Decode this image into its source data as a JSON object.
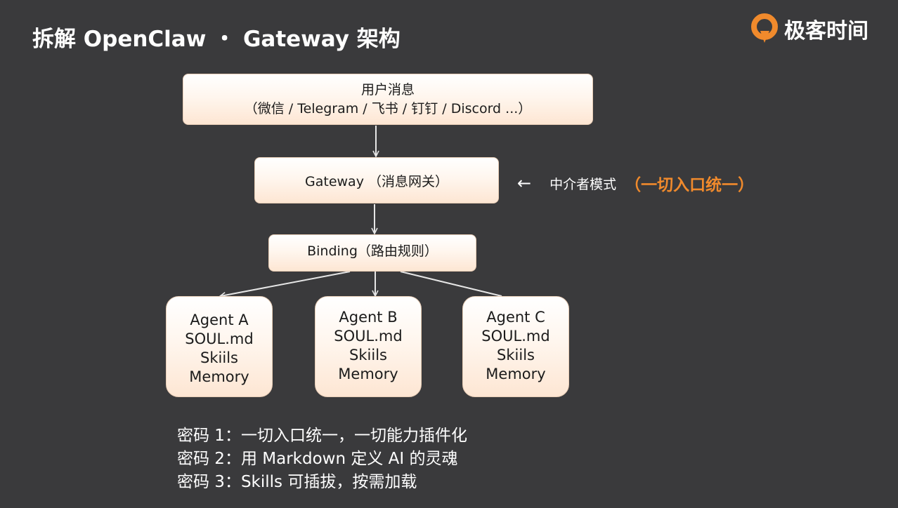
{
  "title": "拆解 OpenClaw ・ Gateway 架构",
  "brand": {
    "name": "极客时间",
    "logo_icon": "geektime-logo-icon",
    "accent": "#f08a2c"
  },
  "user_message": {
    "line1": "用户消息",
    "line2": "（微信 / Telegram / 飞书 / 钉钉 / Discord ...）"
  },
  "gateway": {
    "label": "Gateway （消息网关）"
  },
  "mediator": {
    "arrow": "←",
    "text": "中介者模式",
    "highlight": "（一切入口统一）"
  },
  "binding": {
    "label": "Binding（路由规则）"
  },
  "agents": [
    {
      "name": "Agent A",
      "soul": "SOUL.md",
      "skills": "Skiils",
      "memory": "Memory"
    },
    {
      "name": "Agent B",
      "soul": "SOUL.md",
      "skills": "Skiils",
      "memory": "Memory"
    },
    {
      "name": "Agent C",
      "soul": "SOUL.md",
      "skills": "Skiils",
      "memory": "Memory"
    }
  ],
  "codes": [
    "密码 1：一切入口统一，一切能力插件化",
    "密码 2：用 Markdown 定义 AI 的灵魂",
    "密码 3：Skills 可插拔，按需加载"
  ],
  "colors": {
    "background": "#3a3a3c",
    "box_border": "#e8cdb6",
    "highlight": "#f08a2c"
  }
}
